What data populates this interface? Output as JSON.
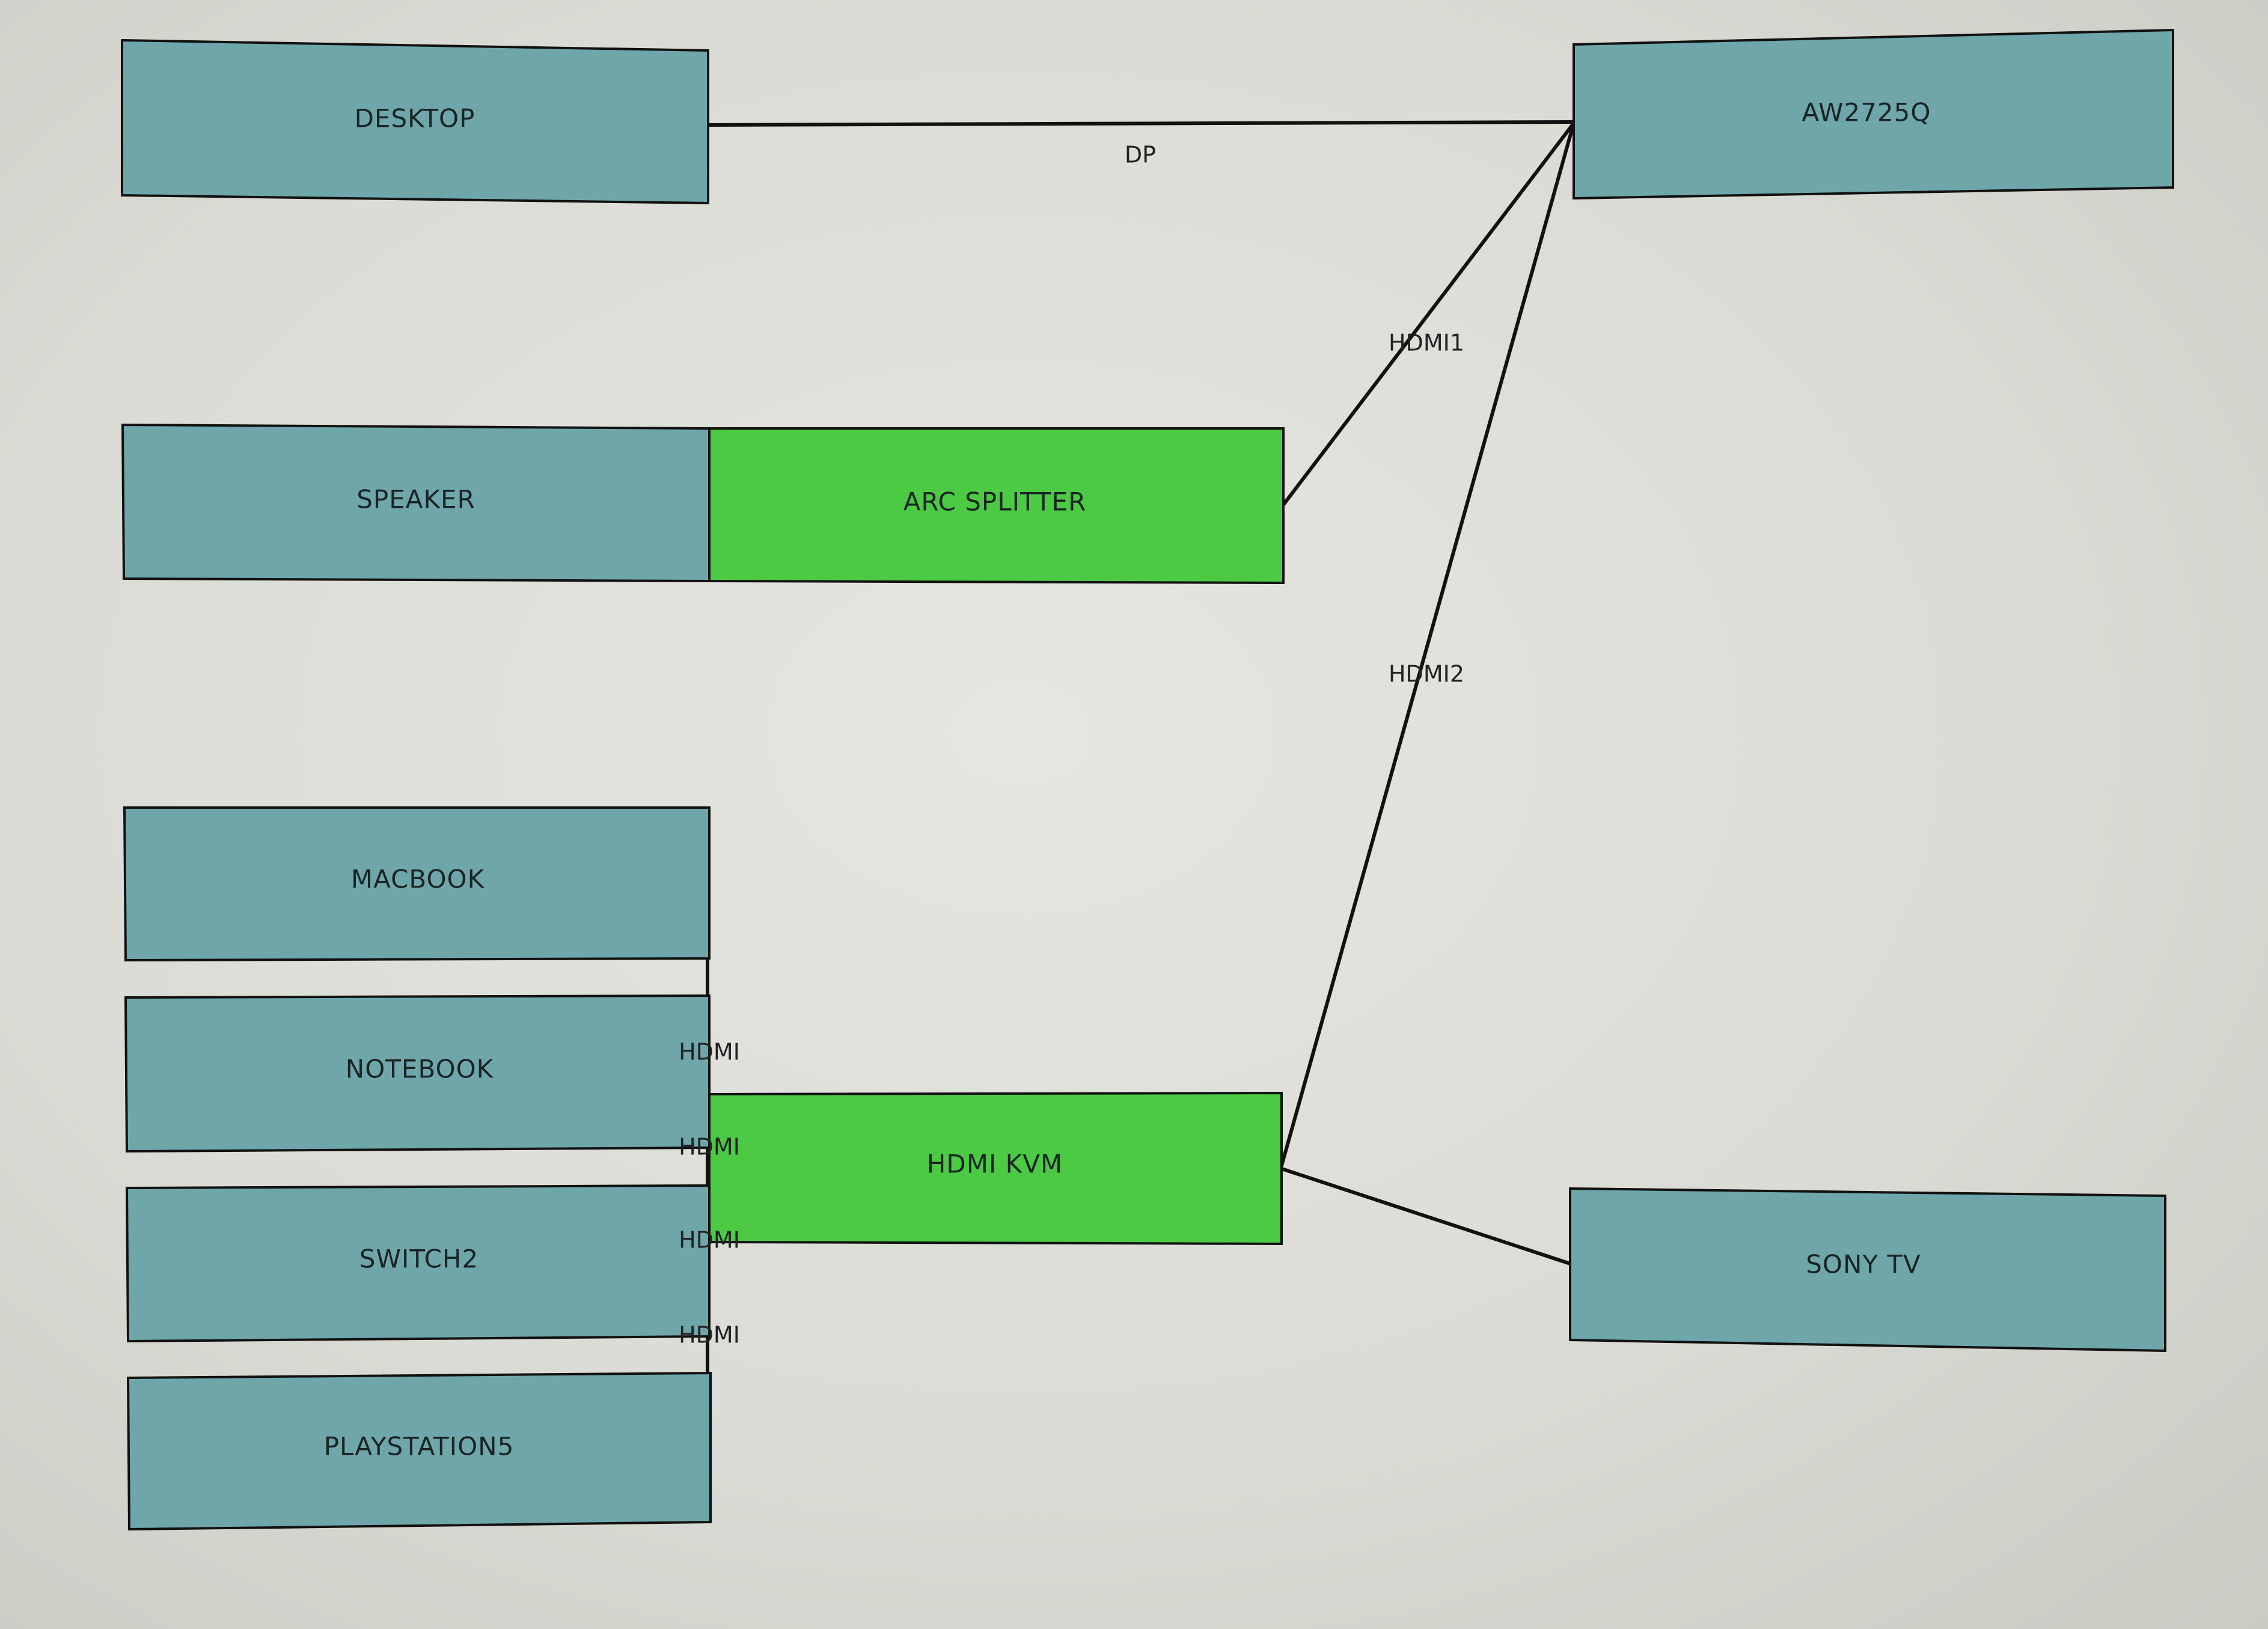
{
  "colors": {
    "device": "#6fa6aa",
    "adapter": "#4cca44",
    "stroke": "#111111"
  },
  "nodes": [
    {
      "id": "desktop",
      "label": "DESKTOP",
      "kind": "device"
    },
    {
      "id": "aw2725q",
      "label": "AW2725Q",
      "kind": "device"
    },
    {
      "id": "speaker",
      "label": "SPEAKER",
      "kind": "device"
    },
    {
      "id": "arc_splitter",
      "label": "ARC SPLITTER",
      "kind": "adapter"
    },
    {
      "id": "macbook",
      "label": "MACBOOK",
      "kind": "device"
    },
    {
      "id": "notebook",
      "label": "NOTEBOOK",
      "kind": "device"
    },
    {
      "id": "switch2",
      "label": "SWITCH2",
      "kind": "device"
    },
    {
      "id": "playstation5",
      "label": "PLAYSTATION5",
      "kind": "device"
    },
    {
      "id": "hdmi_kvm",
      "label": "HDMI KVM",
      "kind": "adapter"
    },
    {
      "id": "sony_tv",
      "label": "SONY TV",
      "kind": "device"
    }
  ],
  "edges": [
    {
      "id": "desktop_aw",
      "from": "desktop",
      "to": "aw2725q",
      "label": "DP"
    },
    {
      "id": "arc_aw",
      "from": "arc_splitter",
      "to": "aw2725q",
      "label": "HDMI1"
    },
    {
      "id": "kvm_aw",
      "from": "hdmi_kvm",
      "to": "aw2725q",
      "label": "HDMI2"
    },
    {
      "id": "kvm_sony",
      "from": "hdmi_kvm",
      "to": "sony_tv",
      "label": ""
    },
    {
      "id": "macbook_kvm",
      "from": "macbook",
      "to": "hdmi_kvm",
      "label": "HDMI"
    },
    {
      "id": "notebook_kvm",
      "from": "notebook",
      "to": "hdmi_kvm",
      "label": "HDMI"
    },
    {
      "id": "switch2_kvm",
      "from": "switch2",
      "to": "hdmi_kvm",
      "label": "HDMI"
    },
    {
      "id": "ps5_kvm",
      "from": "playstation5",
      "to": "hdmi_kvm",
      "label": "HDMI"
    }
  ]
}
